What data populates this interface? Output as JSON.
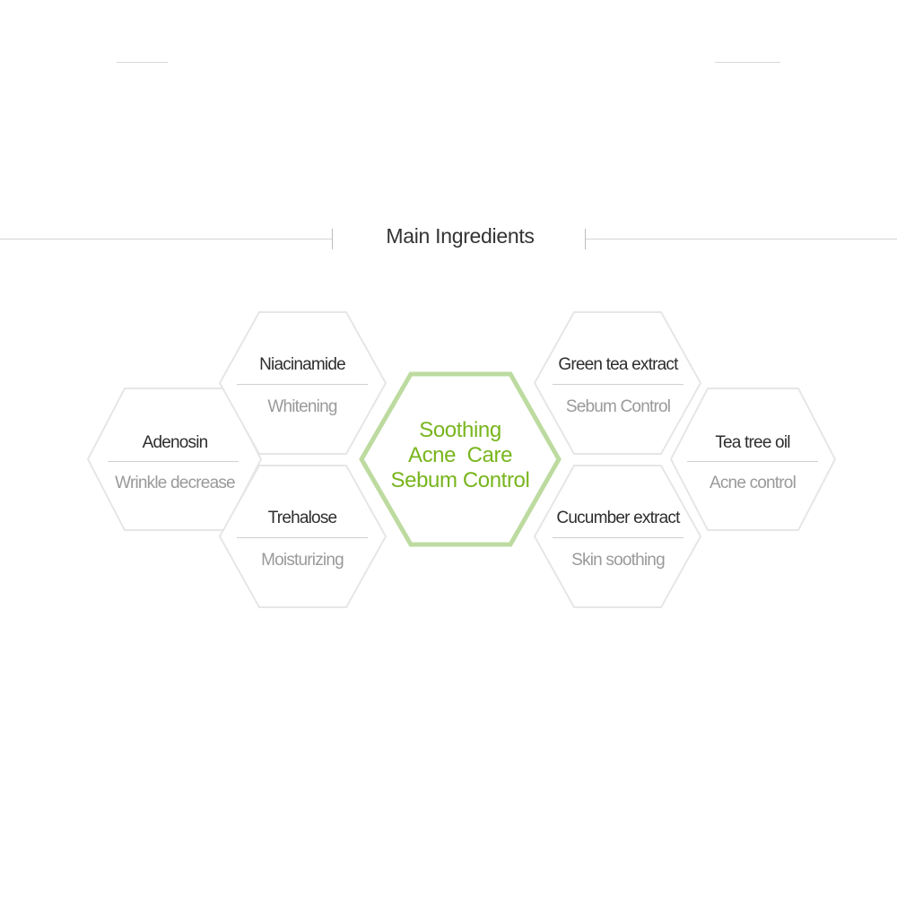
{
  "section_title": "Main Ingredients",
  "colors": {
    "accent_green": "#78b51e",
    "center_hex_stroke": "#bddba0",
    "hex_stroke": "#e6e6e6",
    "name_text": "#2e2e2e",
    "benefit_text": "#9a9a9a"
  },
  "center": {
    "lines": [
      "Soothing",
      "Acne  Care",
      "Sebum Control"
    ]
  },
  "ingredients": [
    {
      "name": "Adenosin",
      "benefit": "Wrinkle decrease"
    },
    {
      "name": "Niacinamide",
      "benefit": "Whitening"
    },
    {
      "name": "Trehalose",
      "benefit": "Moisturizing"
    },
    {
      "name": "Green tea extract",
      "benefit": "Sebum Control"
    },
    {
      "name": "Cucumber extract",
      "benefit": "Skin soothing"
    },
    {
      "name": "Tea tree oil",
      "benefit": "Acne control"
    }
  ]
}
